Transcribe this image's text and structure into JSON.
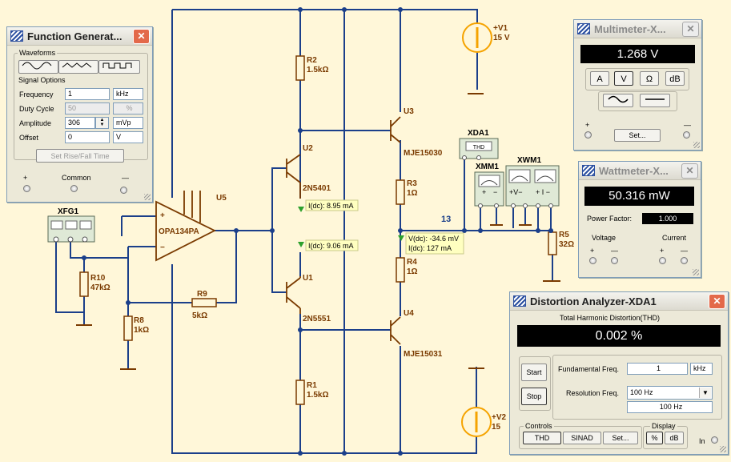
{
  "circuit": {
    "components": {
      "r2": {
        "name": "R2",
        "value": "1.5kΩ"
      },
      "r1": {
        "name": "R1",
        "value": "1.5kΩ"
      },
      "r3": {
        "name": "R3",
        "value": "1Ω"
      },
      "r4": {
        "name": "R4",
        "value": "1Ω"
      },
      "r5": {
        "name": "R5",
        "value": "32Ω"
      },
      "r8": {
        "name": "R8",
        "value": "1kΩ"
      },
      "r9": {
        "name": "R9",
        "value": "5kΩ"
      },
      "r10": {
        "name": "R10",
        "value": "47kΩ"
      },
      "u1": {
        "name": "U1",
        "part": "2N5551"
      },
      "u2": {
        "name": "U2",
        "part": "2N5401"
      },
      "u3": {
        "name": "U3",
        "part": "MJE15030"
      },
      "u4": {
        "name": "U4",
        "part": "MJE15031"
      },
      "u5": {
        "name": "U5",
        "part": "OPA134PA"
      },
      "v1": {
        "name": "+V1",
        "value": "15 V"
      },
      "v2": {
        "name": "+V2",
        "value": "15"
      },
      "xfg1": "XFG1",
      "xda1": "XDA1",
      "xmm1": "XMM1",
      "xwm1": "XWM1",
      "xda1_screen": "THD",
      "net13": "13"
    },
    "probes": {
      "p1": "I(dc): 8.95 mA",
      "p2": "I(dc): 9.06 mA",
      "p3_v": "V(dc): -34.6 mV",
      "p3_i": "I(dc): 127 mA"
    },
    "colors": {
      "wire": "#1b3f8a",
      "component": "#7a3a00",
      "probe_bg": "#ffffc0",
      "probe_arrow": "#2ca02c",
      "source": "#f5a300"
    }
  },
  "function_generator": {
    "title": "Function Generat...",
    "waveforms_label": "Waveforms",
    "signal_options_label": "Signal Options",
    "frequency": {
      "label": "Frequency",
      "value": "1",
      "unit": "kHz"
    },
    "duty_cycle": {
      "label": "Duty Cycle",
      "value": "50",
      "unit": "%"
    },
    "amplitude": {
      "label": "Amplitude",
      "value": "306",
      "unit": "mVp"
    },
    "offset": {
      "label": "Offset",
      "value": "0",
      "unit": "V"
    },
    "rise_fall_button": "Set Rise/Fall Time",
    "plus": "+",
    "common": "Common",
    "minus": "—"
  },
  "multimeter": {
    "title": "Multimeter-X...",
    "reading": "1.268 V",
    "modes": [
      "A",
      "V",
      "Ω",
      "dB"
    ],
    "set_button": "Set...",
    "plus": "+",
    "minus": "—"
  },
  "wattmeter": {
    "title": "Wattmeter-X...",
    "reading": "50.316 mW",
    "power_factor_label": "Power Factor:",
    "power_factor": "1.000",
    "voltage_label": "Voltage",
    "current_label": "Current",
    "plus1": "+",
    "minus1": "—",
    "plus2": "+",
    "minus2": "—"
  },
  "distortion_analyzer": {
    "title": "Distortion Analyzer-XDA1",
    "heading": "Total Harmonic Distortion(THD)",
    "reading": "0.002 %",
    "start_button": "Start",
    "stop_button": "Stop",
    "fundamental_label": "Fundamental Freq.",
    "fundamental_value": "1",
    "fundamental_unit": "kHz",
    "resolution_label": "Resolution Freq.",
    "resolution_value": "100 Hz",
    "resolution_display": "100 Hz",
    "controls_label": "Controls",
    "thd_button": "THD",
    "sinad_button": "SINAD",
    "set_button": "Set...",
    "display_label": "Display",
    "percent_button": "%",
    "db_button": "dB",
    "in_label": "In"
  }
}
